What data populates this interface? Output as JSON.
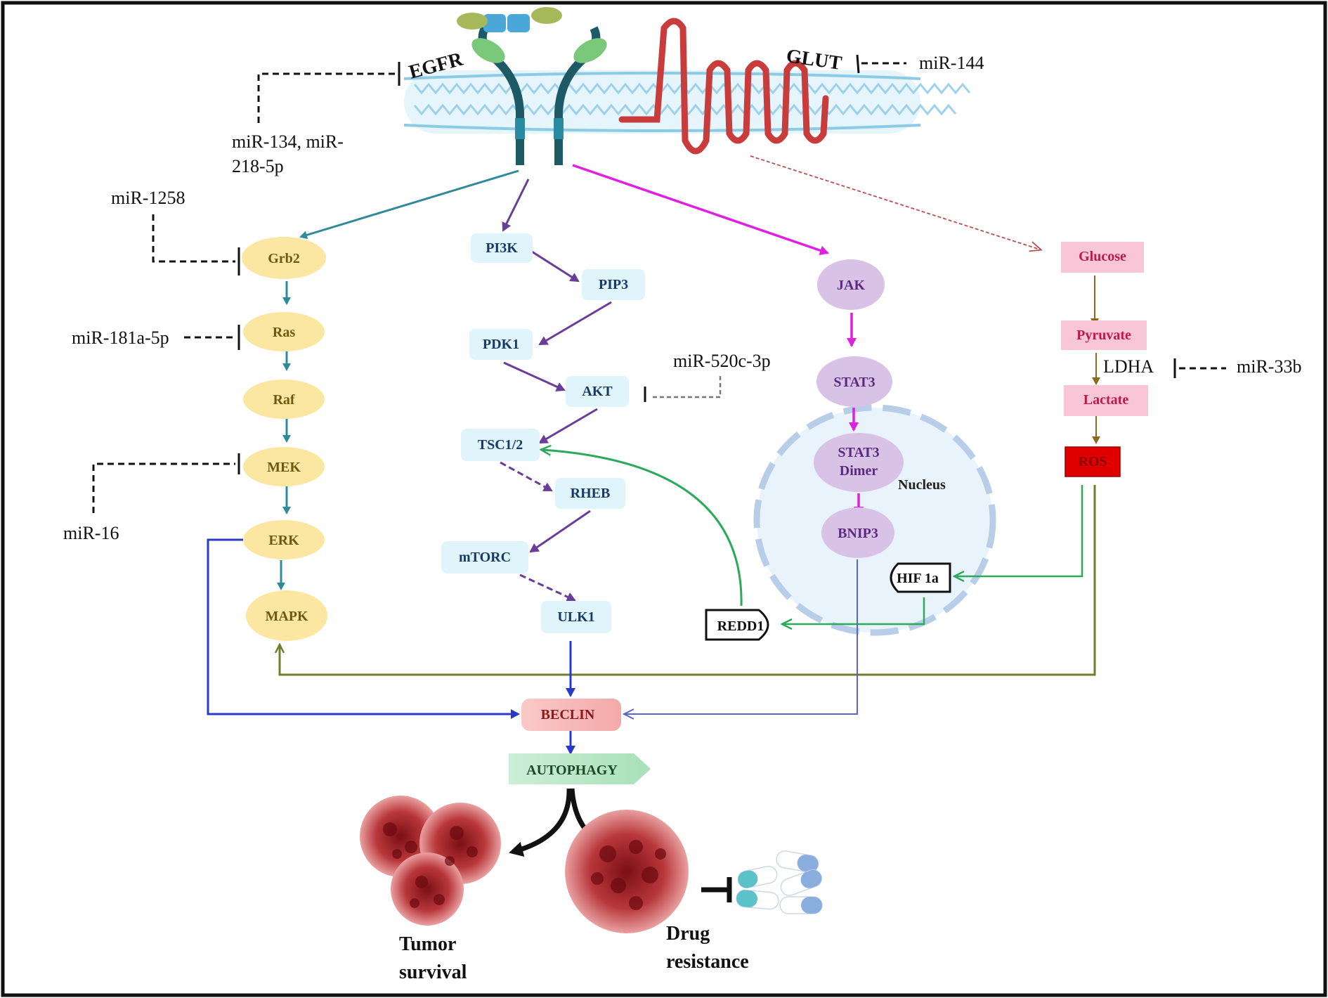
{
  "colors": {
    "mapk_fill": "#fbe7a1",
    "mapk_text": "#6b5a10",
    "pi3k_fill": "#dff4fb",
    "pi3k_text": "#1a3a66",
    "jak_fill": "#d8c2e6",
    "jak_text": "#5b2a80",
    "glyco_fill": "#f8c6d6",
    "glyco_text": "#c01848",
    "ros_fill": "#e00000",
    "teal_arrow": "#2f8a9a",
    "purple_arrow": "#6a3d99",
    "magenta_arrow": "#e020e0",
    "green_arrow": "#2aaa5a",
    "blue_arrow": "#2a3ac8",
    "olive_arrow": "#6f7f30",
    "brown_arrow": "#8a6a20",
    "receptor_glut": "#c83c3c",
    "receptor_egfr": "#2a7a8a",
    "membrane": "#a8d8ee",
    "nucleus_fill": "#e9f3fb",
    "nucleus_border": "#b7cde8"
  },
  "receptors": {
    "egfr": "EGFR",
    "glut": "GLUT"
  },
  "mirnas": {
    "mir134": "miR-134, miR-",
    "mir134_line2": "218-5p",
    "mir144": "miR-144",
    "mir1258": "miR-1258",
    "mir181": "miR-181a-5p",
    "mir16": "miR-16",
    "mir520": "miR-520c-3p",
    "mir33b": "miR-33b"
  },
  "mapk_pathway": {
    "grb2": "Grb2",
    "ras": "Ras",
    "raf": "Raf",
    "mek": "MEK",
    "erk": "ERK",
    "mapk": "MAPK"
  },
  "pi3k_pathway": {
    "pi3k": "PI3K",
    "pip3": "PIP3",
    "pdk1": "PDK1",
    "akt": "AKT",
    "tsc": "TSC1/2",
    "rheb": "RHEB",
    "mtorc": "mTORC",
    "ulk1": "ULK1"
  },
  "jak_pathway": {
    "jak": "JAK",
    "stat3": "STAT3",
    "dimer_line1": "STAT3",
    "dimer_line2": "Dimer",
    "nucleus": "Nucleus",
    "bnip3": "BNIP3",
    "hif": "HIF 1a",
    "redd1": "REDD1"
  },
  "glycolysis": {
    "glucose": "Glucose",
    "pyruvate": "Pyruvate",
    "ldha": "LDHA",
    "lactate": "Lactate",
    "ros": "ROS"
  },
  "outcome": {
    "beclin": "BECLIN",
    "autophagy": "AUTOPHAGY",
    "tumor_line1": "Tumor",
    "tumor_line2": "survival",
    "drug_line1": "Drug",
    "drug_line2": "resistance"
  }
}
